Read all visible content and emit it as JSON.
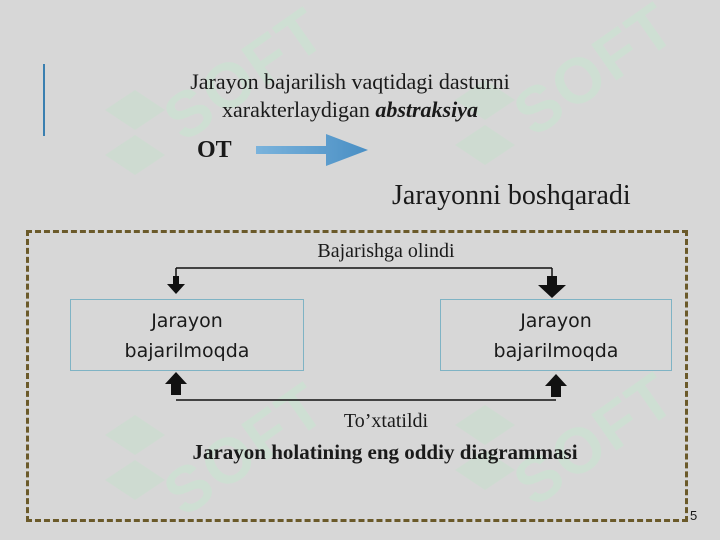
{
  "heading": {
    "line1": "Jarayon bajarilish vaqtidagi dasturni",
    "line2_plain": "xarakterlaydigan ",
    "line2_emph": "abstraksiya"
  },
  "ot_label": "OT",
  "subtitle": "Jarayonni boshqaradi",
  "diagram": {
    "top_edge_label": "Bajarishga olindi",
    "bottom_edge_label": "To’xtatildi",
    "left_state": {
      "line1": "Jarayon",
      "line2": "bajarilmoqda"
    },
    "right_state": {
      "line1": "Jarayon",
      "line2": "bajarilmoqda"
    }
  },
  "caption": "Jarayon holatining eng oddiy diagrammasi",
  "page_number": "5",
  "watermark_text": "SOFT",
  "colors": {
    "background": "#d7d7d7",
    "accent_bar": "#3a7fb0",
    "arrow_blue": "#5b9ccc",
    "frame_dash": "#6b5a2a",
    "state_border": "#7fb3c4"
  }
}
